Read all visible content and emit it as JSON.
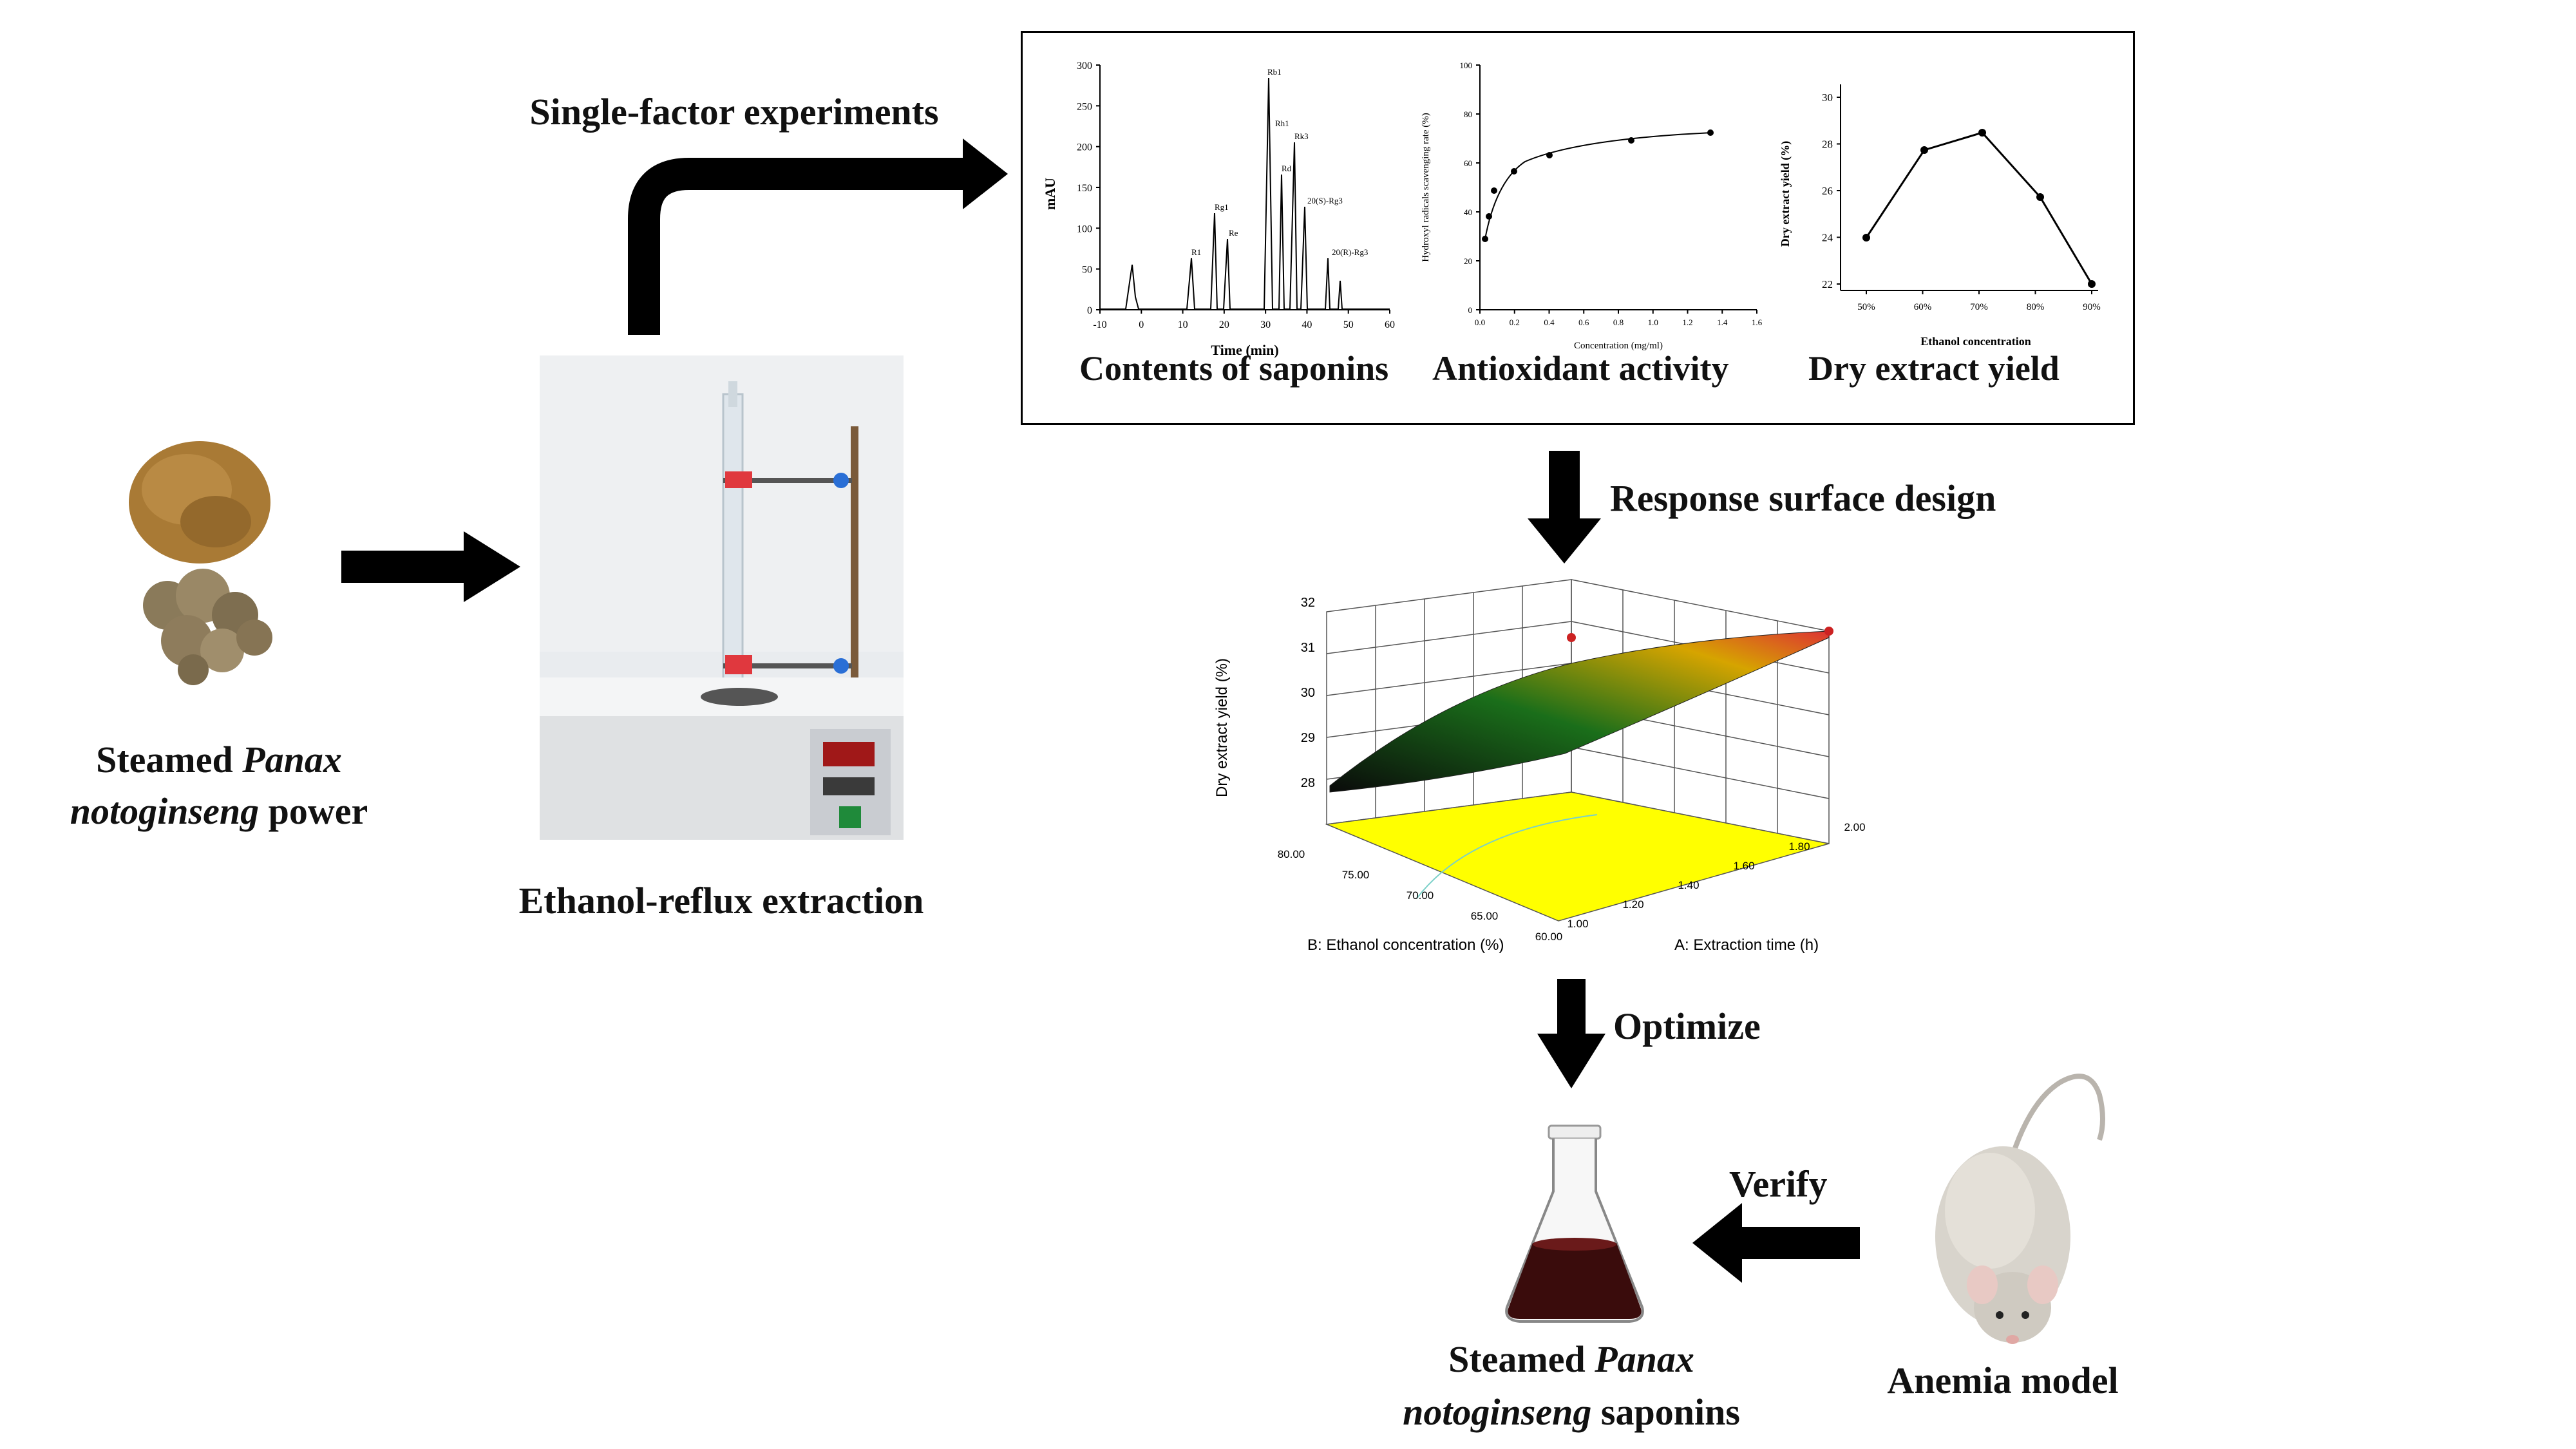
{
  "raw_material": {
    "line1_prefix": "Steamed",
    "line1_italic": "Panax",
    "line2_italic": "notoginseng",
    "line2_suffix": "power"
  },
  "extraction": {
    "label": "Ethanol-reflux extraction"
  },
  "single_factor": {
    "label": "Single-factor experiments"
  },
  "panel": {
    "saponins": {
      "caption": "Contents of saponins",
      "ylabel": "mAU",
      "xlabel": "Time (min)",
      "yticks": [
        "0",
        "50",
        "100",
        "150",
        "200",
        "250",
        "300"
      ],
      "xticks": [
        "-10",
        "0",
        "10",
        "20",
        "30",
        "40",
        "50",
        "60"
      ],
      "peaks": [
        "R1",
        "Rg1",
        "Re",
        "Rb1",
        "Rd",
        "Rh1",
        "Rk3",
        "20(S)-Rg3",
        "20(R)-Rg3"
      ]
    },
    "antioxidant": {
      "caption": "Antioxidant activity",
      "ylabel": "Hydroxyl radicals scavenging rate (%)",
      "xlabel": "Concentration (mg/ml)",
      "yticks": [
        "0",
        "20",
        "40",
        "60",
        "80",
        "100"
      ],
      "xticks": [
        "0.0",
        "0.2",
        "0.4",
        "0.6",
        "0.8",
        "1.0",
        "1.2",
        "1.4",
        "1.6"
      ]
    },
    "yield": {
      "caption": "Dry extract yield",
      "ylabel": "Dry extract yield (%)",
      "xlabel": "Ethanol concentration",
      "yticks": [
        "22",
        "24",
        "26",
        "28",
        "30"
      ],
      "xticks": [
        "50%",
        "60%",
        "70%",
        "80%",
        "90%"
      ]
    }
  },
  "response_surface": {
    "label": "Response surface design",
    "zlabel": "Dry extract yield (%)",
    "zticks": [
      "28",
      "29",
      "30",
      "31",
      "32"
    ],
    "b_label": "B: Ethanol concentration (%)",
    "b_ticks": [
      "80.00",
      "75.00",
      "70.00",
      "65.00",
      "60.00"
    ],
    "a_label": "A: Extraction time (h)",
    "a_ticks": [
      "1.00",
      "1.20",
      "1.40",
      "1.60",
      "1.80",
      "2.00"
    ]
  },
  "optimize": {
    "label": "Optimize"
  },
  "verify": {
    "label": "Verify"
  },
  "product": {
    "line1_prefix": "Steamed",
    "line1_italic": "Panax",
    "line2_italic": "notoginseng",
    "line2_suffix": "saponins"
  },
  "anemia": {
    "label": "Anemia model"
  },
  "colors": {
    "arrow": "#000000",
    "surface_floor": "#ffff00",
    "surface_high": "#d6a400",
    "surface_low": "#1a6e1a"
  }
}
